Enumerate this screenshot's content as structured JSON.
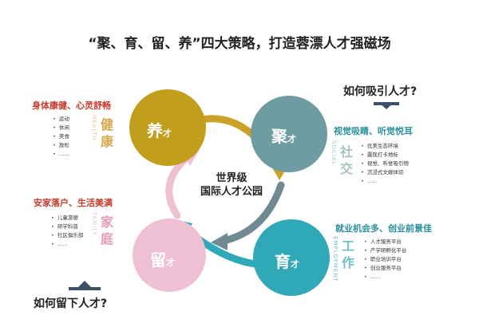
{
  "title": "“聚、育、留、养”四大策略，打造蓉漂人才强磁场",
  "center": {
    "line1": "世界级",
    "line2": "国际人才公园"
  },
  "questions": {
    "attract": "如何吸引人才?",
    "retain": "如何留下人才?"
  },
  "circles": {
    "yang": {
      "main": "养",
      "sub": "才",
      "color": "#c29e1d"
    },
    "ju": {
      "main": "聚",
      "sub": "才",
      "color": "#6f9ba3"
    },
    "liu": {
      "main": "留",
      "sub": "才",
      "color": "#efbfd3"
    },
    "yu": {
      "main": "育",
      "sub": "才",
      "color": "#2fa8b8"
    }
  },
  "sections": {
    "health": {
      "title": "身体康健、心灵舒畅",
      "items": [
        "运动",
        "休闲",
        "美食",
        "放松",
        "……"
      ],
      "cn": [
        "健",
        "康"
      ],
      "en": "HEALTH",
      "color": "#d4a84f"
    },
    "social": {
      "title": "视觉吸睛、听觉悦耳",
      "items": [
        "优美生态环境",
        "震现打卡地标",
        "视觉、听觉吸引物",
        "沉浸式文娱体验",
        "……"
      ],
      "cn": [
        "社",
        "交"
      ],
      "en": "SOCIAL",
      "color": "#7aa3ab"
    },
    "family": {
      "title": "安家落户、生活美满",
      "items": [
        "儿童游憩",
        "研学科普",
        "社区俱乐部",
        "……"
      ],
      "cn": [
        "家",
        "庭"
      ],
      "en": "FAMILY",
      "color": "#e79ab8"
    },
    "work": {
      "title": "就业机会多、创业前景佳",
      "items": [
        "人才服务平台",
        "产学研孵化平台",
        "职业培训平台",
        "创业服务平台",
        "……"
      ],
      "cn": [
        "工",
        "作"
      ],
      "en": "EMPLOYMENT",
      "color": "#2fa8b8"
    }
  },
  "colors": {
    "arrow_gold": "#c9a227",
    "arrow_teal": "#2fa8b8",
    "arrow_gray": "#6f8a92",
    "arrow_pink": "#efbfd3",
    "navy": "#3d5066"
  }
}
